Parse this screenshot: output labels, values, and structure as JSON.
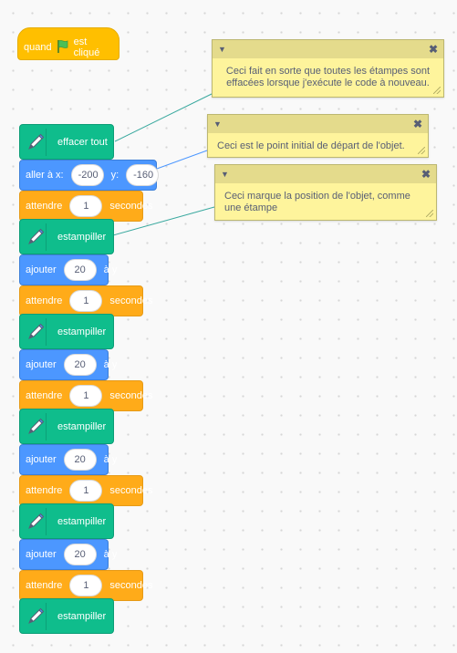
{
  "hat_block": {
    "label_before": "quand",
    "label_after": "est cliqué"
  },
  "blocks": [
    {
      "type": "pen",
      "label": "effacer tout"
    },
    {
      "type": "goto",
      "label": "aller à x:",
      "x": "-200",
      "ylabel": "y:",
      "y": "-160"
    },
    {
      "type": "wait",
      "label": "attendre",
      "value": "1",
      "unit": "secondes"
    },
    {
      "type": "pen",
      "label": "estampiller"
    },
    {
      "type": "change",
      "label": "ajouter",
      "value": "20",
      "unit": "à y"
    },
    {
      "type": "wait",
      "label": "attendre",
      "value": "1",
      "unit": "secondes"
    },
    {
      "type": "pen",
      "label": "estampiller"
    },
    {
      "type": "change",
      "label": "ajouter",
      "value": "20",
      "unit": "à y"
    },
    {
      "type": "wait",
      "label": "attendre",
      "value": "1",
      "unit": "secondes"
    },
    {
      "type": "pen",
      "label": "estampiller"
    },
    {
      "type": "change",
      "label": "ajouter",
      "value": "20",
      "unit": "à y"
    },
    {
      "type": "wait",
      "label": "attendre",
      "value": "1",
      "unit": "secondes"
    },
    {
      "type": "pen",
      "label": "estampiller"
    },
    {
      "type": "change",
      "label": "ajouter",
      "value": "20",
      "unit": "à y"
    },
    {
      "type": "wait",
      "label": "attendre",
      "value": "1",
      "unit": "secondes"
    },
    {
      "type": "pen",
      "label": "estampiller"
    }
  ],
  "comments": [
    {
      "text": "Ceci fait en sorte que toutes les étampes sont effacées lorsque j'exécute le code à nouveau."
    },
    {
      "text": "Ceci est le point initial de départ de l'objet."
    },
    {
      "text": "Ceci marque la position de l'objet, comme une étampe"
    }
  ],
  "colors": {
    "events": "#ffbf00",
    "motion": "#4c97ff",
    "control": "#ffab19",
    "pen": "#0fbd8c",
    "comment": "#fef49c",
    "comment_bar": "#e4db8c",
    "link": "#3aa99f"
  },
  "icons": {
    "flag": "green-flag-icon",
    "pen": "pen-icon",
    "collapse": "collapse-triangle-icon",
    "close": "close-x-icon"
  }
}
